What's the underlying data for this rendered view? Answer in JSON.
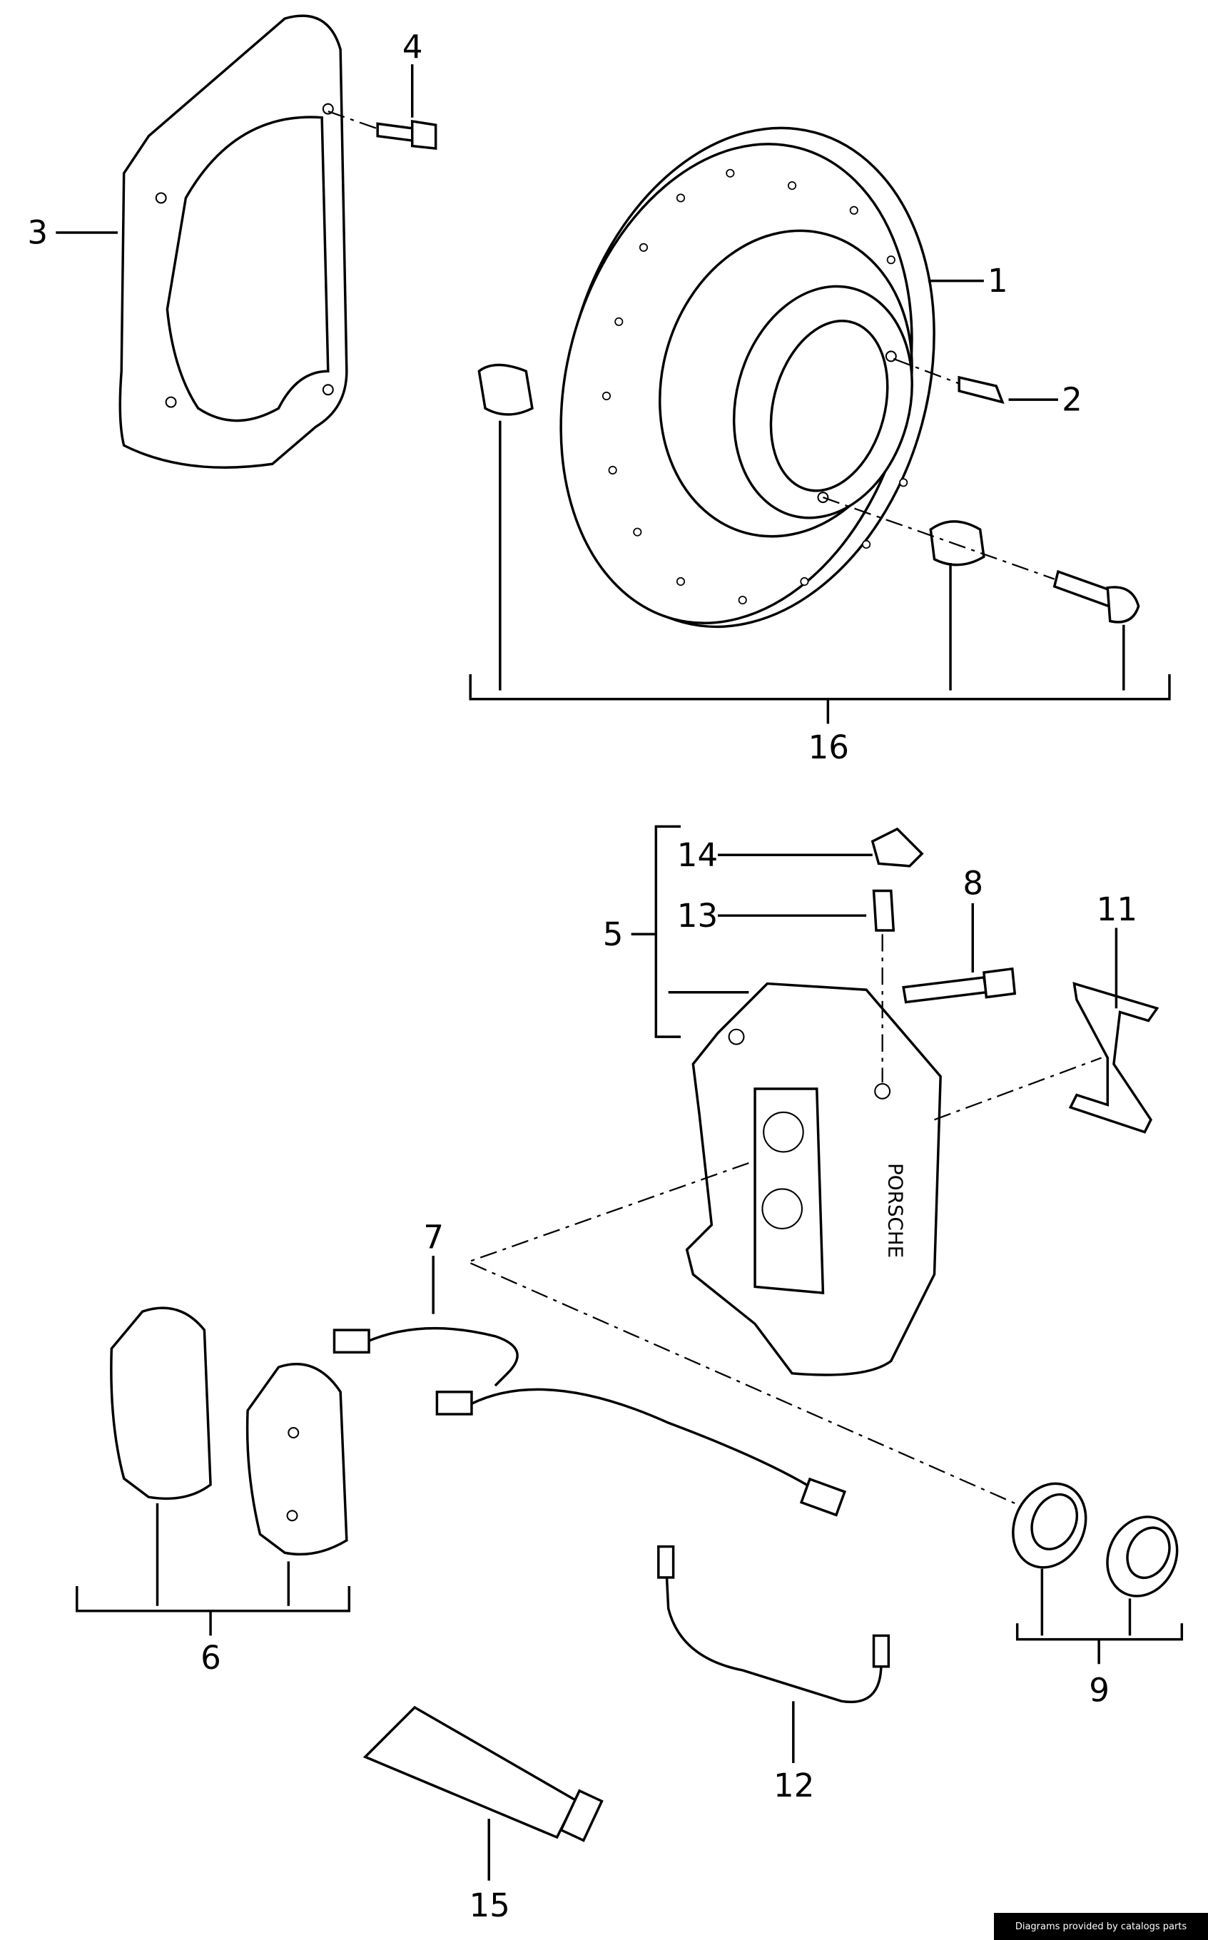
{
  "diagram": {
    "callouts": {
      "c1": "1",
      "c2": "2",
      "c3": "3",
      "c4": "4",
      "c5": "5",
      "c6": "6",
      "c7": "7",
      "c8": "8",
      "c9": "9",
      "c11": "11",
      "c12": "12",
      "c13": "13",
      "c14": "14",
      "c15": "15",
      "c16": "16"
    },
    "caliper_brand": "PORSCHE"
  },
  "footer": {
    "credit": "Diagrams provided by catalogs parts"
  }
}
